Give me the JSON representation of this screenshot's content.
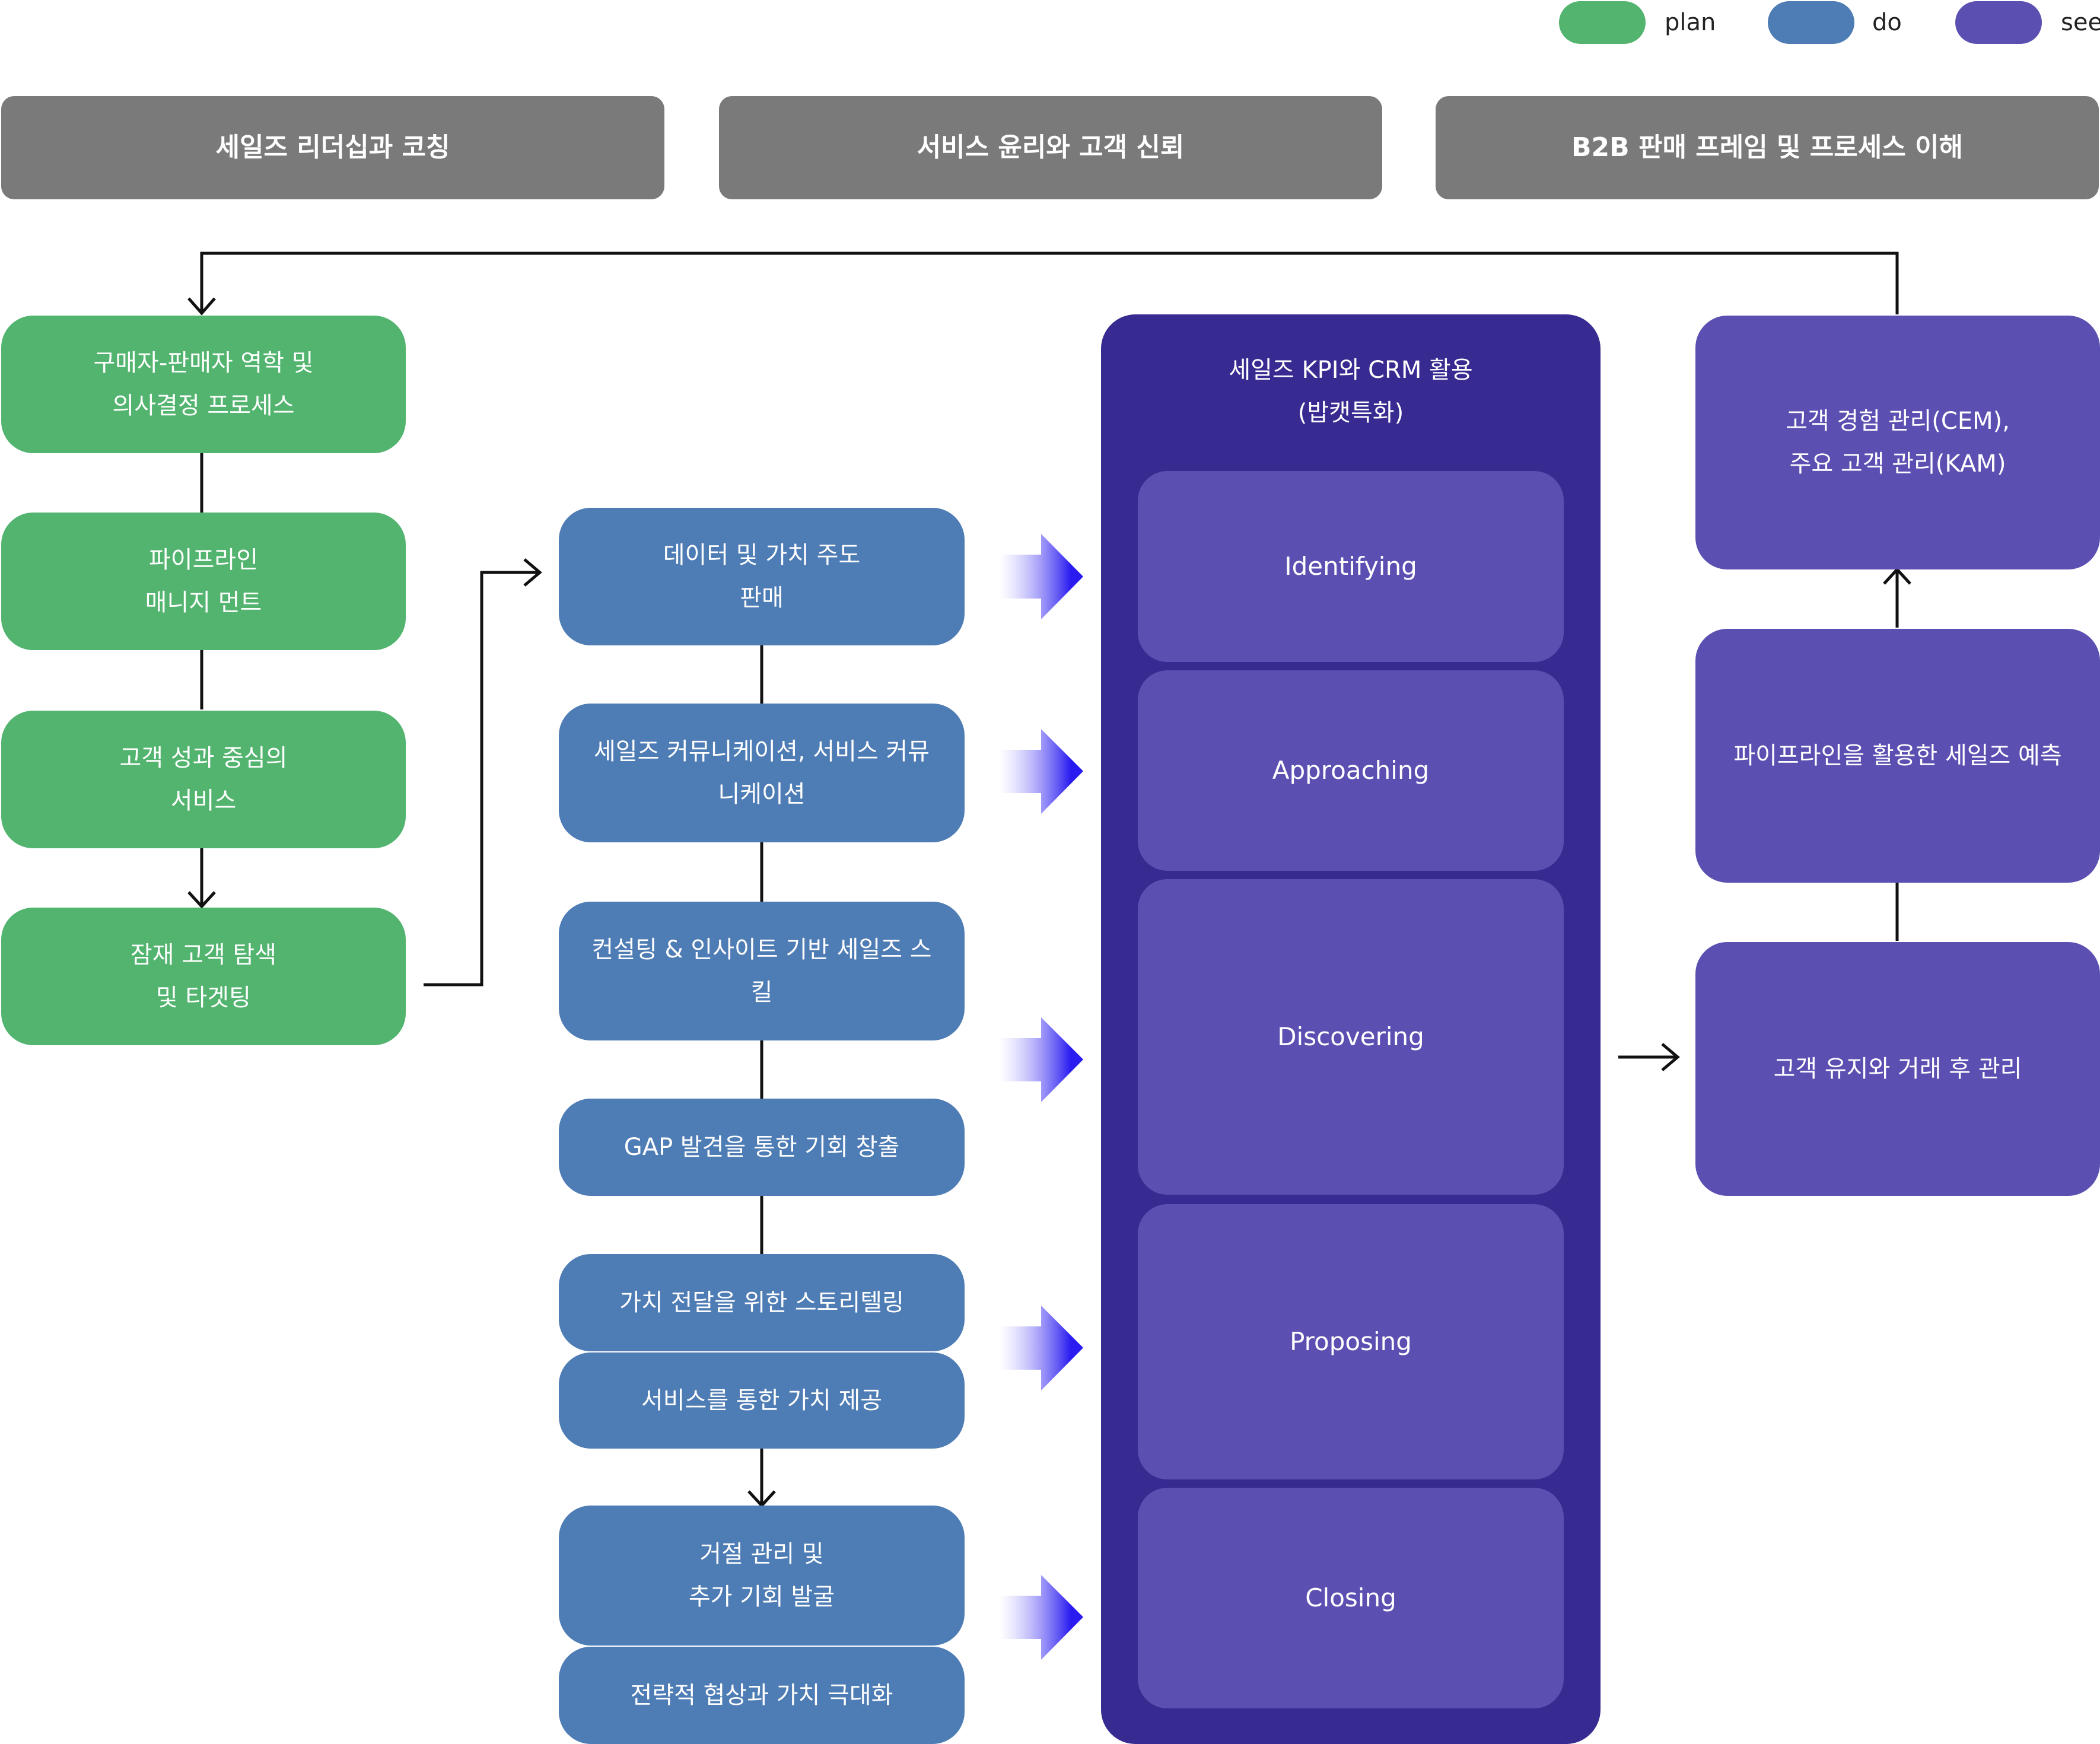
{
  "legend": [
    {
      "label": "plan",
      "color": "#52b46e"
    },
    {
      "label": "do",
      "color": "#4e7cb4"
    },
    {
      "label": "see",
      "color": "#5b50b2"
    }
  ],
  "headers": [
    "세일즈 리더십과 코칭",
    "서비스 윤리와 고객 신뢰",
    "B2B 판매 프레임 및 프로세스 이해"
  ],
  "plan": [
    "구매자-판매자 역학 및\n의사결정 프로세스",
    "파이프라인\n매니지 먼트",
    "고객 성과 중심의\n서비스",
    "잠재 고객 탐색\n및 타겟팅"
  ],
  "do": [
    "데이터 및 가치 주도\n판매",
    "세일즈 커뮤니케이션, 서비스 커뮤\n니케이션",
    "컨설팅 & 인사이트 기반 세일즈 스\n킬",
    "GAP 발견을 통한 기회 창출",
    "가치 전달을 위한 스토리텔링",
    "서비스를 통한 가치 제공",
    "거절 관리 및\n추가 기회 발굴",
    "전략적 협상과 가치 극대화"
  ],
  "kpi": {
    "title": "세일즈 KPI와 CRM 활용\n(밥캣특화)",
    "stages": [
      "Identifying",
      "Approaching",
      "Discovering",
      "Proposing",
      "Closing"
    ]
  },
  "see": [
    "고객 경험 관리(CEM),\n주요 고객 관리(KAM)",
    "파이프라인을 활용한 세일즈 예측",
    "고객 유지와 거래 후 관리"
  ],
  "colors": {
    "header": "#7a7a7a",
    "plan": "#52b46e",
    "do": "#4e7cb4",
    "see": "#5b50b2",
    "kpi_panel": "#372a90",
    "arrow_gradient_start": "#ffffff",
    "arrow_gradient_end": "#2a1cf0"
  }
}
